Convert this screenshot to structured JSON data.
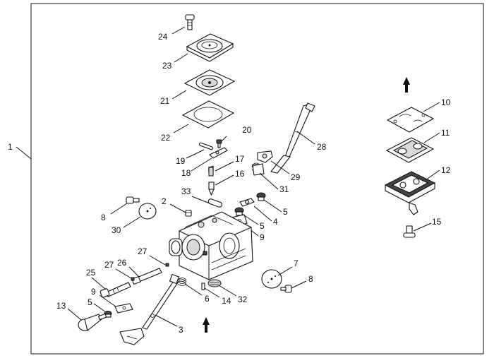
{
  "diagram": {
    "frame_label": "1",
    "callouts": [
      {
        "id": "c24",
        "text": "24"
      },
      {
        "id": "c23",
        "text": "23"
      },
      {
        "id": "c21",
        "text": "21"
      },
      {
        "id": "c22",
        "text": "22"
      },
      {
        "id": "c20",
        "text": "20"
      },
      {
        "id": "c19",
        "text": "19"
      },
      {
        "id": "c18",
        "text": "18"
      },
      {
        "id": "c17",
        "text": "17"
      },
      {
        "id": "c16",
        "text": "16"
      },
      {
        "id": "c33",
        "text": "33"
      },
      {
        "id": "c2",
        "text": "2"
      },
      {
        "id": "c8a",
        "text": "8"
      },
      {
        "id": "c30",
        "text": "30"
      },
      {
        "id": "c28",
        "text": "28"
      },
      {
        "id": "c29",
        "text": "29"
      },
      {
        "id": "c31",
        "text": "31"
      },
      {
        "id": "c5a",
        "text": "5"
      },
      {
        "id": "c4",
        "text": "4"
      },
      {
        "id": "c5b",
        "text": "5"
      },
      {
        "id": "c9a",
        "text": "9"
      },
      {
        "id": "c10",
        "text": "10"
      },
      {
        "id": "c11",
        "text": "11"
      },
      {
        "id": "c12",
        "text": "12"
      },
      {
        "id": "c15",
        "text": "15"
      },
      {
        "id": "c7",
        "text": "7"
      },
      {
        "id": "c8b",
        "text": "8"
      },
      {
        "id": "c27a",
        "text": "27"
      },
      {
        "id": "c27b",
        "text": "27"
      },
      {
        "id": "c26",
        "text": "26"
      },
      {
        "id": "c25",
        "text": "25"
      },
      {
        "id": "c9b",
        "text": "9"
      },
      {
        "id": "c5c",
        "text": "5"
      },
      {
        "id": "c13",
        "text": "13"
      },
      {
        "id": "c6",
        "text": "6"
      },
      {
        "id": "c14",
        "text": "14"
      },
      {
        "id": "c32",
        "text": "32"
      },
      {
        "id": "c3",
        "text": "3"
      }
    ]
  }
}
